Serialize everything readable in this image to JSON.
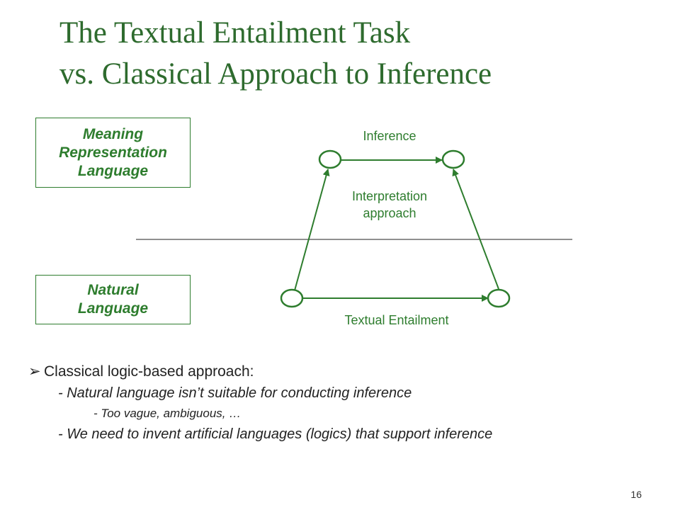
{
  "title": {
    "line1": "The Textual Entailment Task",
    "line2": "vs. Classical Approach to Inference"
  },
  "boxes": {
    "meaning_rep": [
      "Meaning",
      "Representation",
      "Language"
    ],
    "natural": [
      "Natural",
      "Language"
    ]
  },
  "diagram": {
    "inference_label": "Inference",
    "interpretation_label": [
      "Interpretation",
      "approach"
    ],
    "textual_entailment_label": "Textual Entailment",
    "color": "#2e7d2e"
  },
  "bullets": {
    "main": "Classical logic-based approach:",
    "arrow_icon": "➢",
    "sub1": "- Natural language isn’t suitable for conducting inference",
    "subsub1": "- Too vague, ambiguous, …",
    "sub2": "- We need to invent artificial languages (logics) that support inference"
  },
  "page_number": "16"
}
